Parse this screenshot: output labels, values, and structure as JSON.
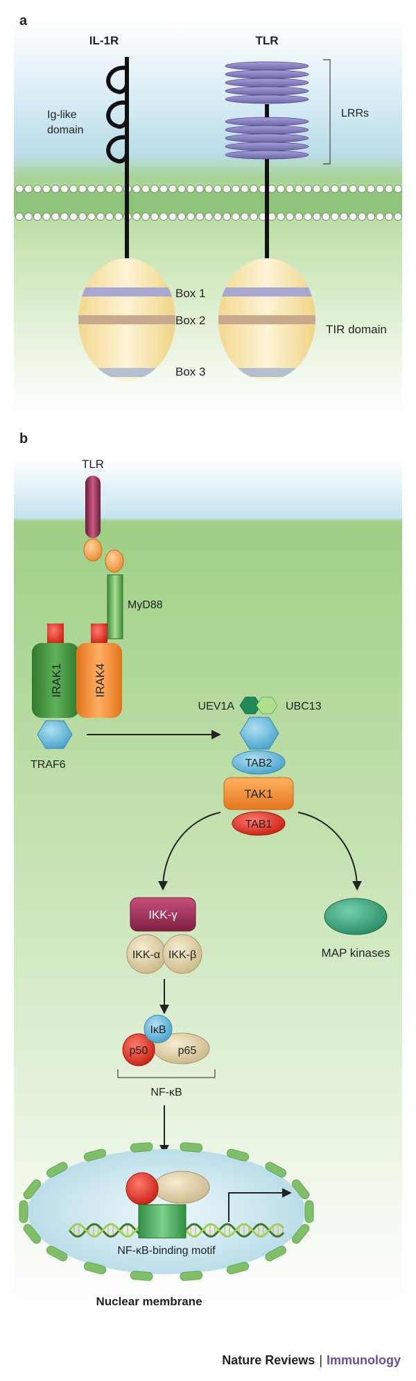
{
  "panel_a": {
    "letter": "a",
    "il1r": "IL-1R",
    "tlr": "TLR",
    "ig_like_line1": "Ig-like",
    "ig_like_line2": "domain",
    "lrrs": "LRRs",
    "box1": "Box 1",
    "box2": "Box 2",
    "box3": "Box 3",
    "tir_domain": "TIR domain"
  },
  "panel_b": {
    "letter": "b",
    "tlr": "TLR",
    "myd88": "MyD88",
    "irak1": "IRAK1",
    "irak4": "IRAK4",
    "traf6": "TRAF6",
    "uev1a": "UEV1A",
    "ubc13": "UBC13",
    "tab2": "TAB2",
    "tak1": "TAK1",
    "tab1": "TAB1",
    "map_kinases": "MAP kinases",
    "ikk_gamma": "IKK-γ",
    "ikk_alpha": "IKK-α",
    "ikk_beta": "IKK-β",
    "ikb": "IκB",
    "p50": "p50",
    "p65": "p65",
    "nfkb": "NF-κB",
    "binding_motif": "NF-κB-binding motif",
    "nuclear_membrane": "Nuclear membrane"
  },
  "footer": {
    "journal": "Nature Reviews",
    "separator": "|",
    "section": "Immunology"
  },
  "colors": {
    "extracellular": "#d8ecf3",
    "cytoplasm": "#bcdcaa",
    "membrane_green": "#8fc47a",
    "tir_fill": "#f8e7b5",
    "box1": "#a7a7d2",
    "box2": "#c9a98e",
    "box3": "#b4bfcf",
    "lrr": "#8c84c4",
    "irak1": "#3e8d3c",
    "irak4": "#f08a2c",
    "red": "#e02b1e",
    "hexagon_blue": "#6db8dc",
    "tlr_maroon": "#93294e",
    "tan": "#e3d2a6",
    "map_kinase": "#3aa27a",
    "nucleus": "#d6ebf0",
    "footer_purple": "#6a4f9e"
  }
}
